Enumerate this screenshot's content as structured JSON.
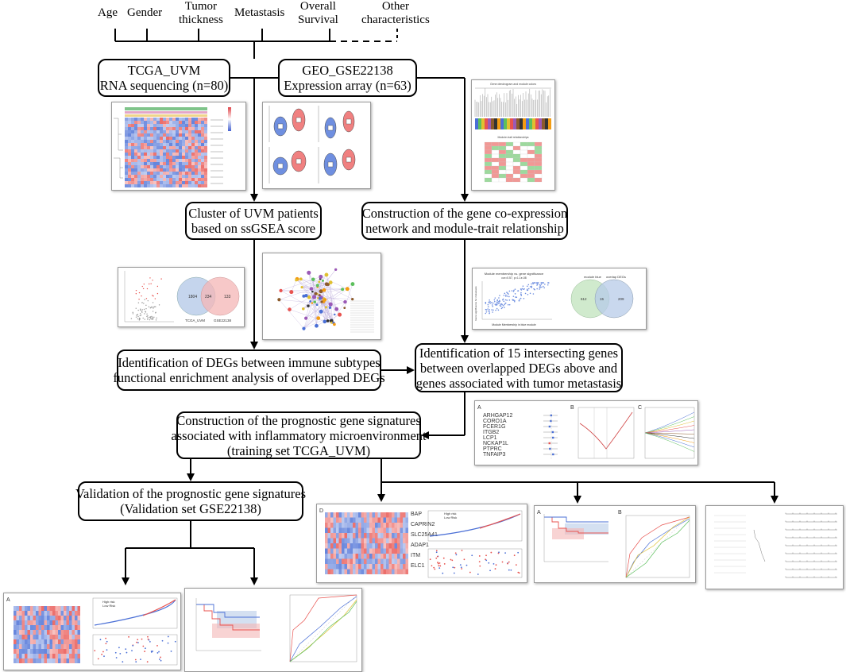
{
  "header": {
    "characteristics": [
      {
        "lines": [
          "Age"
        ]
      },
      {
        "lines": [
          "Gender"
        ]
      },
      {
        "lines": [
          "Tumor",
          "thickness"
        ]
      },
      {
        "lines": [
          "Metastasis"
        ]
      },
      {
        "lines": [
          "Overall",
          "Survival"
        ]
      },
      {
        "lines": [
          "Other",
          "characteristics"
        ]
      }
    ]
  },
  "boxes": {
    "tcga": [
      "TCGA_UVM",
      "RNA sequencing (n=80)"
    ],
    "geo": [
      "GEO_GSE22138",
      "Expression  array (n=63)"
    ],
    "cluster": [
      "Cluster of UVM patients",
      "based on ssGSEA score"
    ],
    "coexpr": [
      "Construction of the gene co-expression",
      "network and module-trait relationship"
    ],
    "degs": [
      "Identification of DEGs between immune subtypes",
      "functional enrichment analysis of overlapped DEGs"
    ],
    "intersect": [
      "Identification of  15 intersecting genes",
      "between overlapped DEGs above and",
      "genes associated with tumor metastasis"
    ],
    "prognostic": [
      "Construction of the prognostic gene signatures",
      "associated with inflammatory microenvironment",
      "(training set TCGA_UVM)"
    ],
    "validation": [
      "Validation of the prognostic gene signatures",
      "(Validation set GSE22138)"
    ]
  },
  "panels": {
    "venn1": {
      "left_label": "TCGA_UVM",
      "right_label": "GSE22138",
      "left_count": "1804",
      "overlap_count": "234",
      "right_count": "133"
    },
    "venn2": {
      "title": "Module membership vs. gene significance",
      "subtitle": "cor=0.57, p=1.1e-08",
      "xlabel": "Module Membership in blue module",
      "ylabel": "Gene significance for metastasis",
      "left_label": "module blue",
      "right_label": "overlap DEGs",
      "left_count": "612",
      "overlap_count": "15",
      "right_count": "209"
    },
    "wgcna_title": "Gene dendrogram and module colors",
    "module_trait_title": "Module-trait relationships",
    "lasso_letters": [
      "A",
      "B",
      "C"
    ],
    "risk_letter": "D",
    "survival_letters": [
      "A",
      "B"
    ],
    "gene_list": [
      "ARHGAP12",
      "CORO1A",
      "FCER1G",
      "ITGB2",
      "LCP1",
      "NCKAP1L",
      "PTPRC",
      "TNFAIP3"
    ],
    "risk_genes": [
      "BAP",
      "CAPRIN2",
      "SLC25A41",
      "ADAP1",
      "ITM",
      "ELC1"
    ],
    "legend_high": "High risk",
    "legend_low": "Low Risk",
    "colors": {
      "high": "#e8534f",
      "low": "#4a6fd6",
      "venn_pink": "#f4b6b6",
      "venn_blue": "#b7cbe8",
      "venn_green": "#c8e6c4"
    }
  }
}
